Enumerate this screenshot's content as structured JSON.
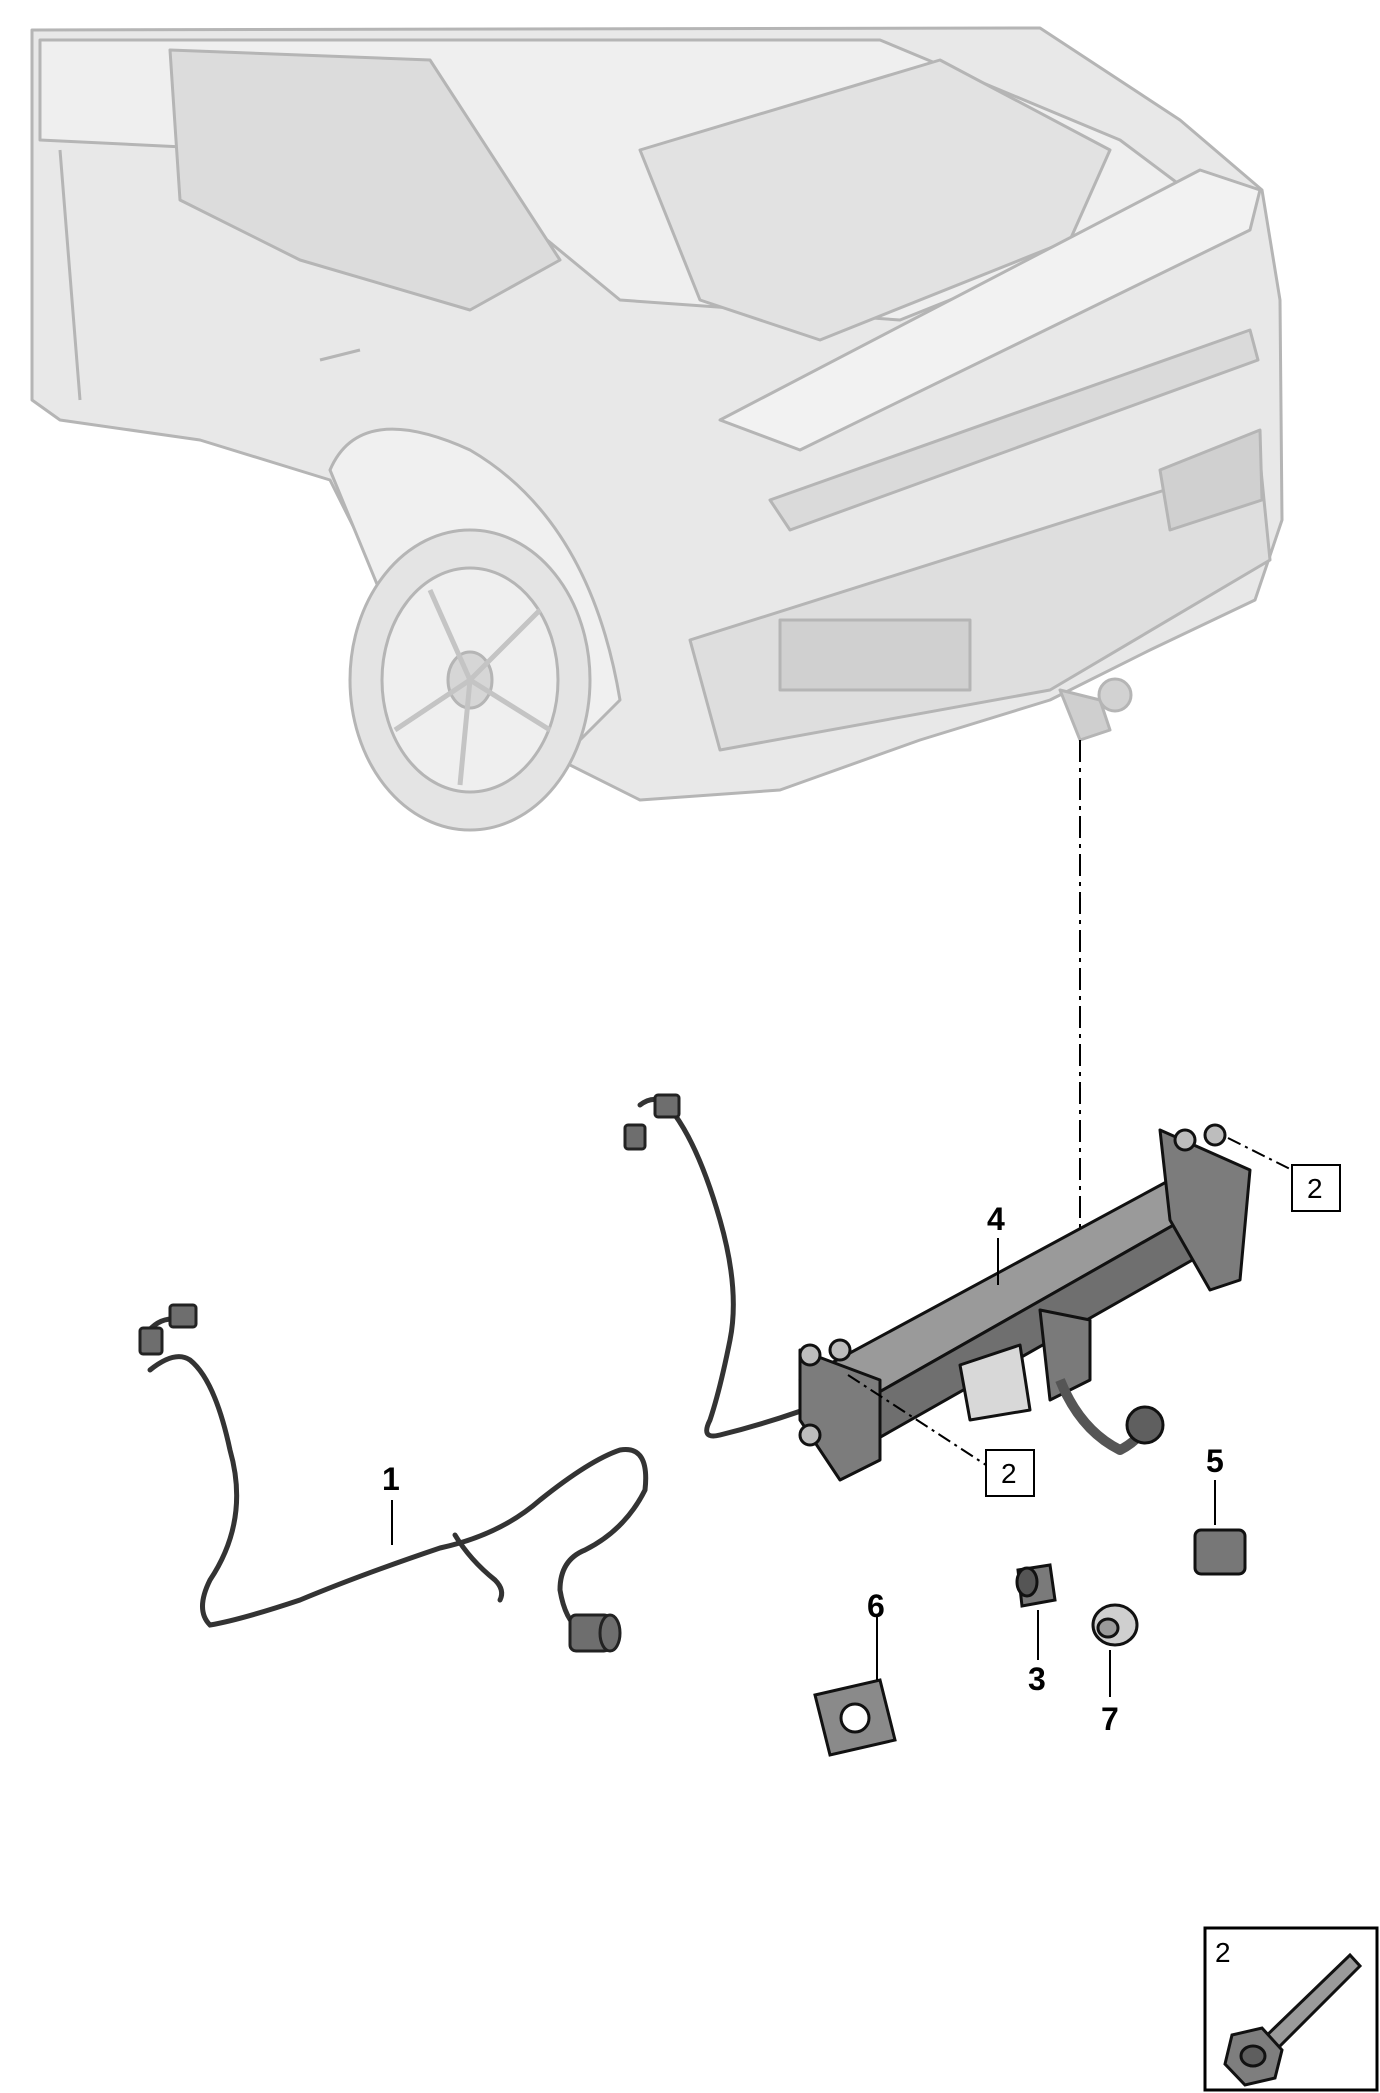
{
  "callouts": {
    "part1": "1",
    "part3": "3",
    "part4": "4",
    "part5": "5",
    "part6": "6",
    "part7": "7",
    "ref_top": "2",
    "ref_mid": "2",
    "ref_inset": "2"
  },
  "colors": {
    "vehicle_line": "#b9b9b9",
    "vehicle_fill": "#e6e6e6",
    "part_line": "#1a1a1a",
    "part_fill": "#8c8c8c"
  }
}
